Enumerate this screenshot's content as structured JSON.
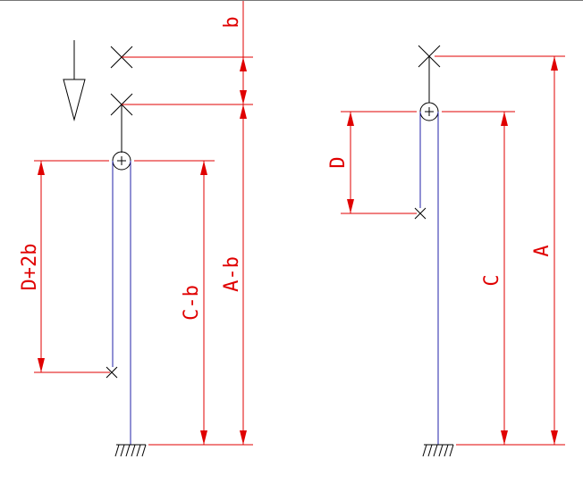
{
  "diagram": {
    "left": {
      "labels": {
        "b": "b",
        "a_minus_b": "A-b",
        "c_minus_b": "C-b",
        "d_plus_2b": "D+2b"
      }
    },
    "right": {
      "labels": {
        "a": "A",
        "c": "C",
        "d": "D"
      }
    },
    "colors": {
      "dimension": "#e00000",
      "rope": "#2222aa",
      "structure": "#000000"
    },
    "icons": {
      "direction": "down-arrow-icon",
      "pulley": "pulley-icon",
      "anchor": "cross-marker-icon",
      "ground": "ground-hatch-icon"
    }
  }
}
